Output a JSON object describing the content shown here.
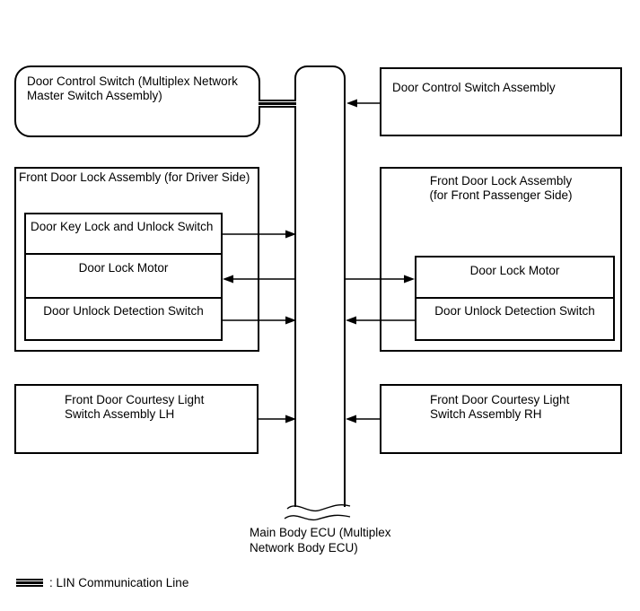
{
  "boxes": {
    "master_switch": {
      "label": "Door Control Switch (Multiplex Network\nMaster Switch Assembly)"
    },
    "door_control_switch_assembly": {
      "label": "Door Control Switch Assembly"
    },
    "driver_lock_assembly": {
      "title": "Front Door Lock Assembly (for Driver Side)",
      "key_switch": "Door Key Lock and Unlock Switch",
      "motor": "Door Lock Motor",
      "unlock_switch": "Door Unlock Detection Switch"
    },
    "passenger_lock_assembly": {
      "title": "Front Door Lock Assembly\n(for Front Passenger Side)",
      "motor": "Door Lock Motor",
      "unlock_switch": "Door Unlock Detection Switch"
    },
    "courtesy_lh": {
      "label": "Front Door Courtesy Light\nSwitch Assembly LH"
    },
    "courtesy_rh": {
      "label": "Front Door Courtesy Light\nSwitch Assembly RH"
    },
    "main_body_ecu": {
      "label": "Main Body ECU (Multiplex\nNetwork Body ECU)"
    }
  },
  "legend": {
    "lin_label": ": LIN Communication Line"
  },
  "colors": {
    "line": "#000000",
    "background": "#ffffff"
  }
}
